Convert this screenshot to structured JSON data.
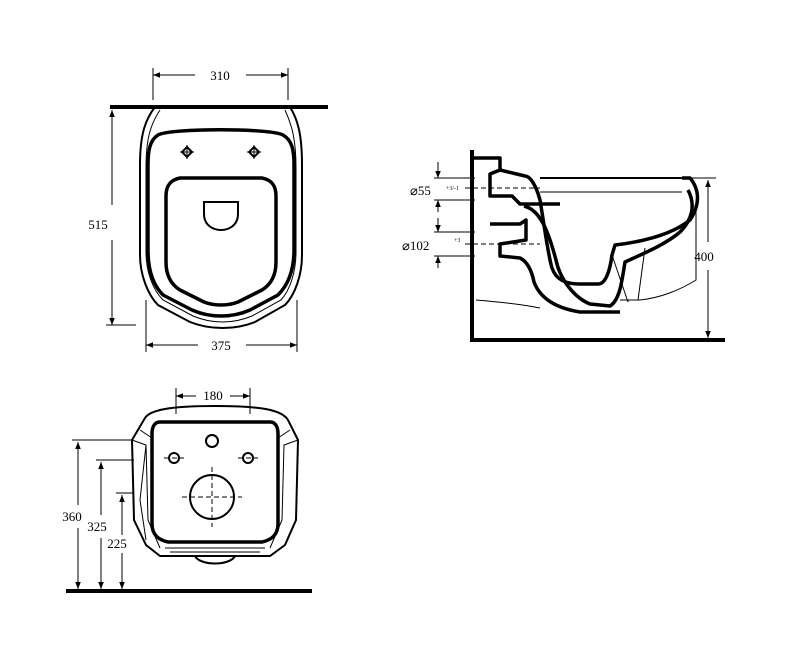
{
  "top_view": {
    "width_top": "310",
    "depth": "515",
    "width_bottom": "375"
  },
  "side_view": {
    "diameter_upper": "⌀55",
    "tolerance_upper": "+3/-1",
    "diameter_lower": "⌀102",
    "tolerance_lower": "+3",
    "height": "400"
  },
  "rear_view": {
    "hole_spacing": "180",
    "height_outer": "360",
    "height_middle": "325",
    "height_inner": "225"
  }
}
